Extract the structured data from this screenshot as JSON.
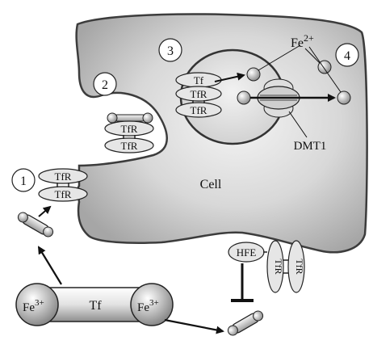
{
  "labels": {
    "cell": "Cell",
    "step1": "1",
    "step2": "2",
    "step3": "3",
    "step4": "4",
    "fe_ion": "Fe",
    "fe_ion_charge": "2+",
    "dmt1": "DMT1",
    "hfe": "HFE",
    "tf": "Tf",
    "tfr": "TfR",
    "fe3_left": "Fe",
    "fe3_left_charge": "3+",
    "fe3_right": "Fe",
    "fe3_right_charge": "3+",
    "holo_tf": "Tf"
  },
  "colors": {
    "cell_fill": "#c8c8c8",
    "membrane_stroke": "#3c3c3c",
    "protein_fill": "#dcdcdc",
    "endosome_fill": "#e0e0e0"
  }
}
